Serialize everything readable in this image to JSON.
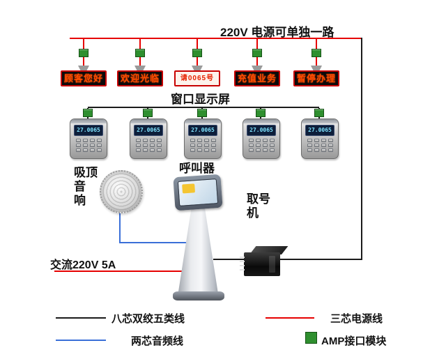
{
  "title": "220V 电源可单独一路",
  "displays": {
    "label": "窗口显示屏",
    "items": [
      {
        "text": "顾客您好",
        "variant": "dark"
      },
      {
        "text": "欢迎光临",
        "variant": "dark"
      },
      {
        "text": "请0065号",
        "variant": "light"
      },
      {
        "text": "充值业务",
        "variant": "dark"
      },
      {
        "text": "暂停办理",
        "variant": "dark"
      }
    ]
  },
  "callers": {
    "label": "呼叫器",
    "screen_text": "27.0065",
    "count": 5
  },
  "speaker": {
    "label_lines": [
      "吸顶",
      "音",
      "响"
    ]
  },
  "kiosk": {
    "label_lines": [
      "取号",
      "机"
    ]
  },
  "power_label": "交流220V 5A",
  "legend": {
    "cat5": "八芯双绞五类线",
    "power": "三芯电源线",
    "audio": "两芯音频线",
    "module": "AMP接口模块"
  },
  "colors": {
    "cat5": "#1a1a1a",
    "power": "#e60000",
    "audio": "#3a6fd8",
    "module": "#2f8f2f",
    "led": "#ff4d00",
    "lcd": "#7fe3ff"
  }
}
